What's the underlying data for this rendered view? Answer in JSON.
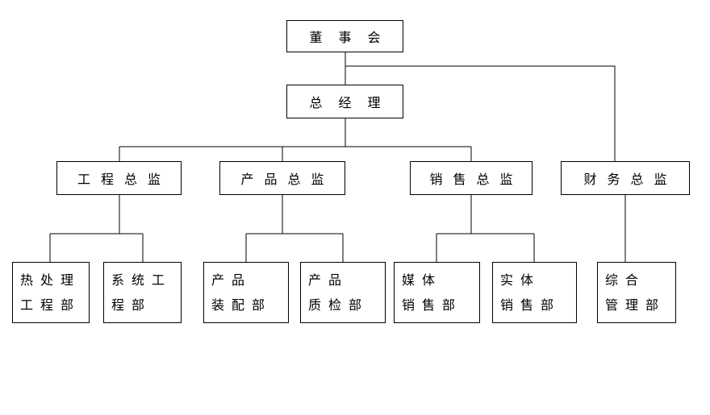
{
  "diagram": {
    "type": "org-chart",
    "background_color": "#ffffff",
    "line_color": "#000000",
    "box_border_color": "#000000",
    "text_color": "#000000",
    "nodes": {
      "board": {
        "label": "董事会"
      },
      "general_manager": {
        "label": "总经理"
      },
      "engineering_director": {
        "label": "工程总监"
      },
      "product_director": {
        "label": "产品总监"
      },
      "sales_director": {
        "label": "销售总监"
      },
      "finance_director": {
        "label": "财务总监"
      },
      "heat_treatment_dept": {
        "line1": "热处理",
        "line2": "工程部",
        "full_name": "热处理工程部"
      },
      "systems_engineering_dept": {
        "line1": "系统工",
        "line2": "程部",
        "full_name": "系统工程部"
      },
      "product_assembly_dept": {
        "line1": "产品",
        "line2": "装配部",
        "full_name": "产品装配部"
      },
      "product_qc_dept": {
        "line1": "产品",
        "line2": "质检部",
        "full_name": "产品质检部"
      },
      "media_sales_dept": {
        "line1": "媒体",
        "line2": "销售部",
        "full_name": "媒体销售部"
      },
      "physical_sales_dept": {
        "line1": "实体",
        "line2": "销售部",
        "full_name": "实体销售部"
      },
      "general_admin_dept": {
        "line1": "综合",
        "line2": "管理部",
        "full_name": "综合管理部"
      }
    },
    "edges": [
      {
        "from": "董事会",
        "to": "总经理"
      },
      {
        "from": "董事会",
        "to": "财务总监"
      },
      {
        "from": "总经理",
        "to": "工程总监"
      },
      {
        "from": "总经理",
        "to": "产品总监"
      },
      {
        "from": "总经理",
        "to": "销售总监"
      },
      {
        "from": "工程总监",
        "to": "热处理工程部"
      },
      {
        "from": "工程总监",
        "to": "系统工程部"
      },
      {
        "from": "产品总监",
        "to": "产品装配部"
      },
      {
        "from": "产品总监",
        "to": "产品质检部"
      },
      {
        "from": "销售总监",
        "to": "媒体销售部"
      },
      {
        "from": "销售总监",
        "to": "实体销售部"
      },
      {
        "from": "财务总监",
        "to": "综合管理部"
      }
    ]
  }
}
